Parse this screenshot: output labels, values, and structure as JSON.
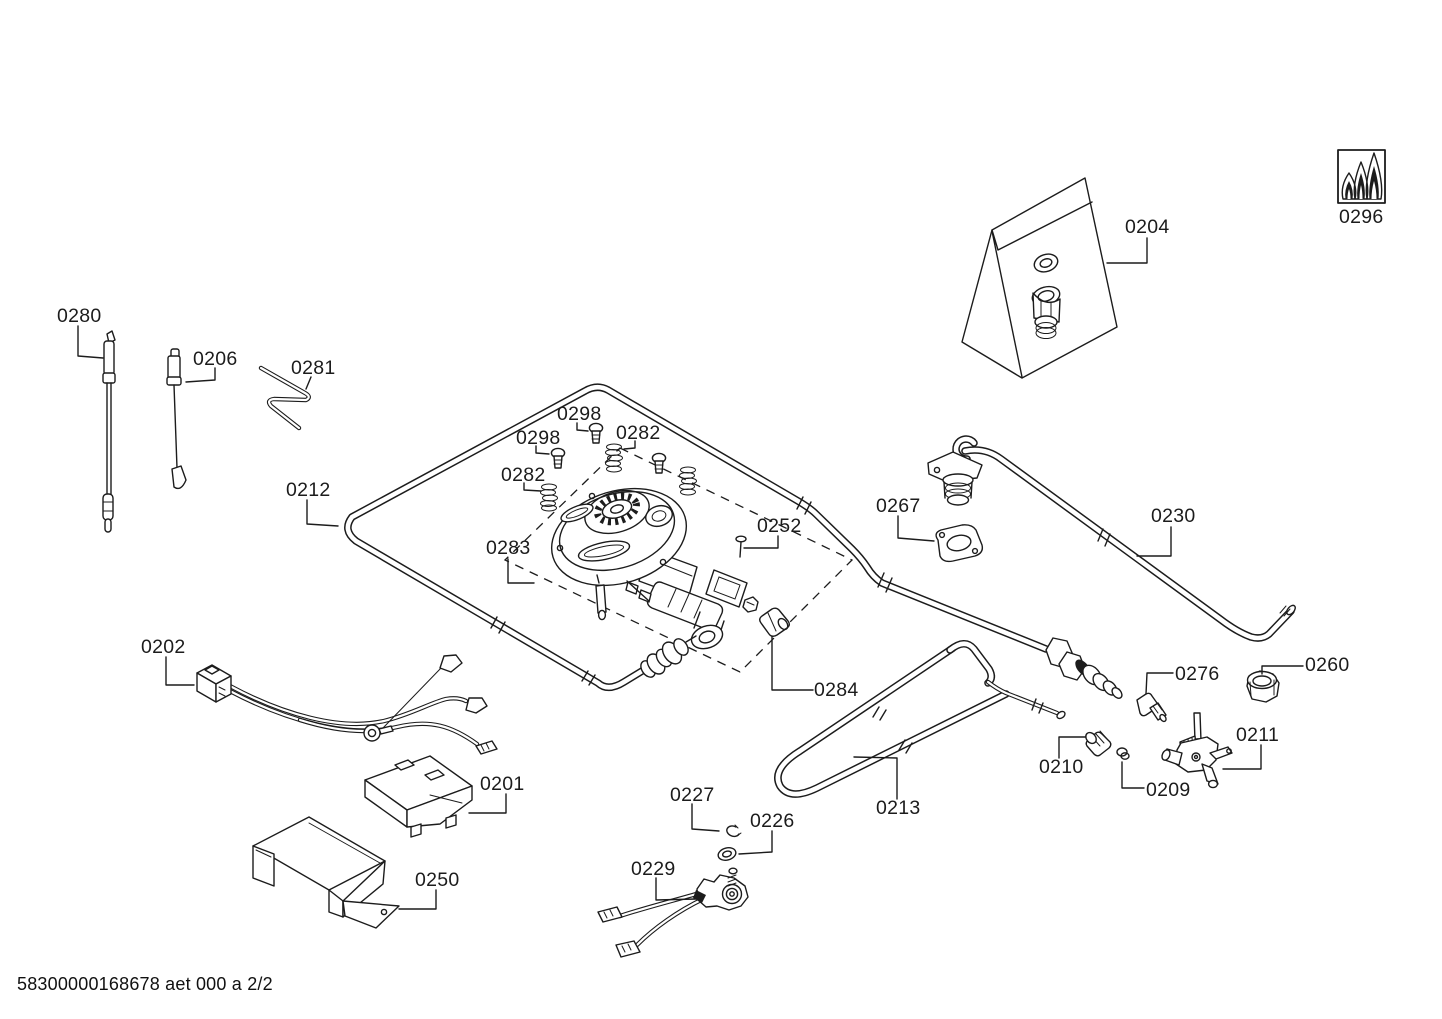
{
  "page": {
    "background": "#ffffff",
    "line_color": "#1c1c1c",
    "footer": "58300000168678 aet 000 a 2/2"
  },
  "icons": {
    "flame_rating_box": "three-flames-icon"
  },
  "callouts": [
    {
      "id": "0280"
    },
    {
      "id": "0206"
    },
    {
      "id": "0281"
    },
    {
      "id": "0212"
    },
    {
      "id": "0298"
    },
    {
      "id": "0298"
    },
    {
      "id": "0282"
    },
    {
      "id": "0282"
    },
    {
      "id": "0283"
    },
    {
      "id": "0252"
    },
    {
      "id": "0284"
    },
    {
      "id": "0267"
    },
    {
      "id": "0230"
    },
    {
      "id": "0204"
    },
    {
      "id": "0296"
    },
    {
      "id": "0202"
    },
    {
      "id": "0201"
    },
    {
      "id": "0250"
    },
    {
      "id": "0227"
    },
    {
      "id": "0226"
    },
    {
      "id": "0229"
    },
    {
      "id": "0213"
    },
    {
      "id": "0210"
    },
    {
      "id": "0209"
    },
    {
      "id": "0211"
    },
    {
      "id": "0276"
    },
    {
      "id": "0260"
    }
  ]
}
